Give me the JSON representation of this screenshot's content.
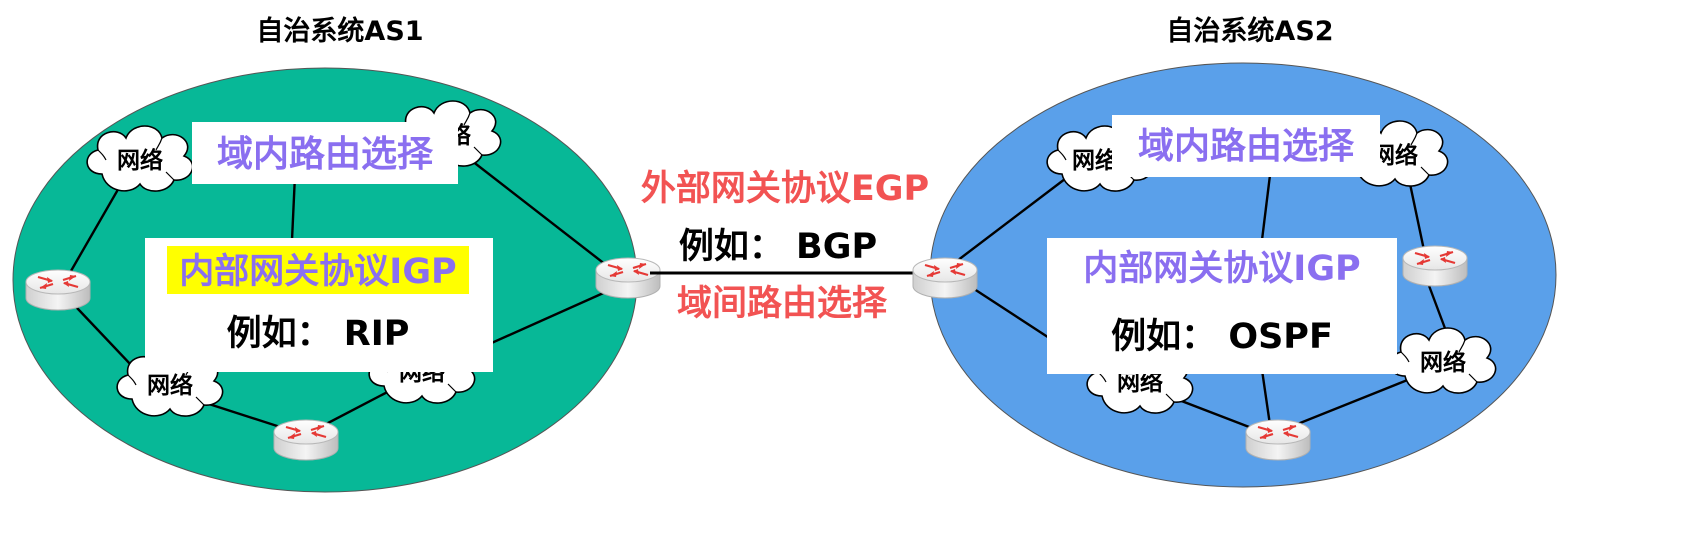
{
  "as1": {
    "title": "自治系统AS1",
    "fill": "#07b897",
    "intra_label": "域内路由选择",
    "igp_label": "内部网关协议IGP",
    "example_label": "例如：  RIP",
    "networks": [
      "网络",
      "网络",
      "网络",
      "网络"
    ]
  },
  "as2": {
    "title": "自治系统AS2",
    "fill": "#5aa0ea",
    "intra_label": "域内路由选择",
    "igp_label": "内部网关协议IGP",
    "example_label": "例如：  OSPF",
    "networks": [
      "网络",
      "网络",
      "网络",
      "网络"
    ]
  },
  "inter": {
    "egp_label": "外部网关协议EGP",
    "example_label": "例如：  BGP",
    "inter_label": "域间路由选择"
  },
  "colors": {
    "purple_text": "#8a6ff0",
    "red_text": "#f25353",
    "highlight": "#ffff00",
    "black": "#000000"
  },
  "icons": {
    "router": "router-icon",
    "cloud": "cloud-icon"
  }
}
